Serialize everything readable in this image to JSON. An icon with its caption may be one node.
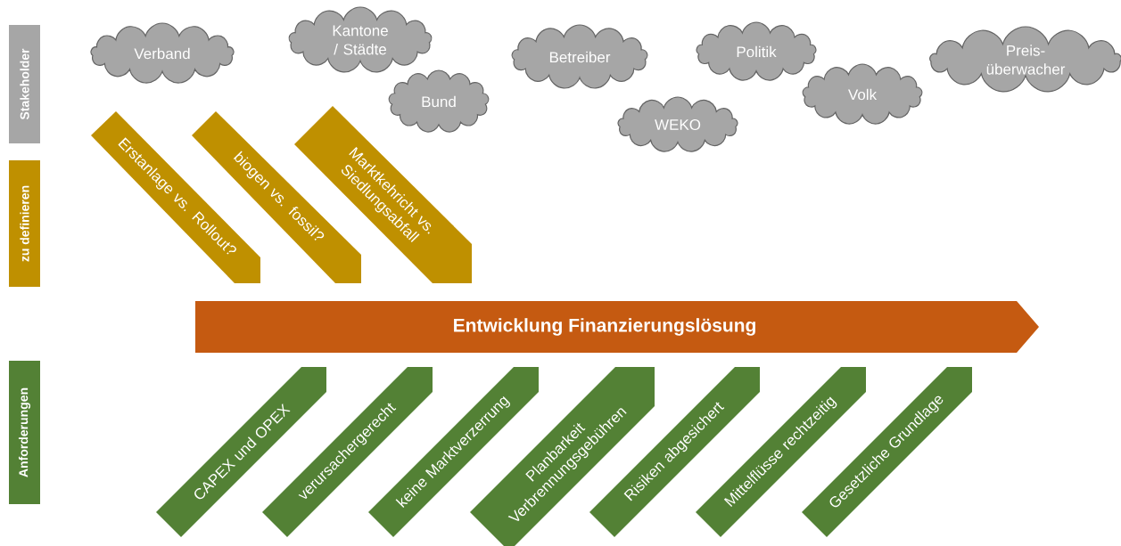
{
  "diagram": {
    "nodes": [
      {
        "text": [
          "Stakeholder"
        ]
      },
      {
        "text": [
          "Verband"
        ]
      },
      {
        "text": [
          "Kantone / Städte"
        ]
      },
      {
        "text": [
          "Bund"
        ]
      },
      {
        "text": [
          "Betreiber"
        ]
      },
      {
        "text": [
          "WEKO"
        ]
      },
      {
        "text": [
          "Politik"
        ]
      },
      {
        "text": [
          "Volk"
        ]
      },
      {
        "text": [
          "Preis-überwacher"
        ]
      },
      {
        "text": [
          "zu definieren"
        ]
      },
      {
        "text": [
          "Erstanlage vs. Rollout?"
        ]
      },
      {
        "text": [
          "biogen vs. fossil?"
        ]
      },
      {
        "text": [
          "Marktkehricht vs. Siedlungsabfall"
        ]
      },
      {
        "text": [
          "Entwicklung Finanzierungslösung"
        ]
      },
      {
        "text": [
          "Anforderungen"
        ]
      },
      {
        "text": [
          "CAPEX und OPEX"
        ]
      },
      {
        "text": [
          "verursachergerecht"
        ]
      },
      {
        "text": [
          "keine Marktverzerrung"
        ]
      },
      {
        "text": [
          "Planbarkeit Verbrennungsgebühren"
        ]
      },
      {
        "text": [
          "Risiken abgesichert"
        ]
      },
      {
        "text": [
          "Mittelflüsse rechtzeitig"
        ]
      },
      {
        "text": [
          "Gesetzliche Grundlage"
        ]
      }
    ]
  }
}
